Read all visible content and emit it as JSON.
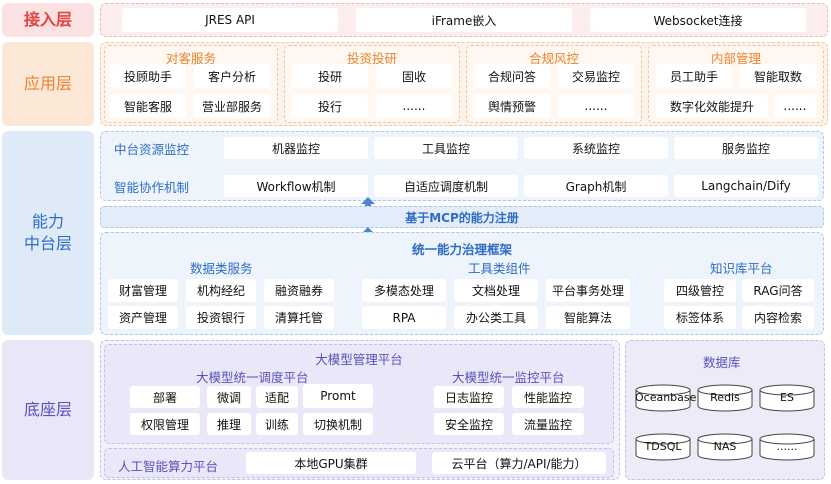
{
  "layers": {
    "access": "接入层",
    "application": "应用层",
    "capability": "能力\n中台层",
    "base": "底座层"
  },
  "access": [
    "JRES API",
    "iFrame嵌入",
    "Websocket连接"
  ],
  "application": {
    "groups": [
      {
        "title": "对客服务",
        "items": [
          "投顾助手",
          "客户分析",
          "智能客服",
          "营业部服务"
        ]
      },
      {
        "title": "投资投研",
        "items": [
          "投研",
          "固收",
          "投行",
          "......"
        ]
      },
      {
        "title": "合规风控",
        "items": [
          "合规问答",
          "交易监控",
          "舆情预警",
          "......"
        ]
      },
      {
        "title": "内部管理",
        "items": [
          "员工助手",
          "智能取数",
          "数字化效能提升",
          "......"
        ]
      }
    ]
  },
  "capability": {
    "monitor": {
      "title": "中台资源监控",
      "items": [
        "机器监控",
        "工具监控",
        "系统监控",
        "服务监控"
      ]
    },
    "collab": {
      "title": "智能协作机制",
      "items": [
        "Workflow机制",
        "自适应调度机制",
        "Graph机制",
        "Langchain/Dify"
      ]
    },
    "mcp": "基于MCP的能力注册",
    "governance": "统一能力治理框架",
    "data_services": {
      "title": "数据类服务",
      "items": [
        "财富管理",
        "机构经纪",
        "融资融券",
        "资产管理",
        "投资银行",
        "清算托管"
      ]
    },
    "tool_components": {
      "title": "工具类组件",
      "items": [
        "多模态处理",
        "文档处理",
        "平台事务处理",
        "RPA",
        "办公类工具",
        "智能算法"
      ]
    },
    "knowledge": {
      "title": "知识库平台",
      "items": [
        "四级管控",
        "RAG问答",
        "标签体系",
        "内容检索"
      ]
    }
  },
  "base": {
    "model_platform": "大模型管理平台",
    "scheduling": {
      "title": "大模型统一调度平台",
      "items": [
        "部署",
        "微调",
        "适配",
        "Promt",
        "权限管理",
        "推理",
        "训练",
        "切换机制"
      ]
    },
    "monitoring": {
      "title": "大模型统一监控平台",
      "items": [
        "日志监控",
        "性能监控",
        "安全监控",
        "流量监控"
      ]
    },
    "compute": {
      "title": "人工智能算力平台",
      "items": [
        "本地GPU集群",
        "云平台（算力/API/能力）"
      ]
    },
    "database": {
      "title": "数据库",
      "items": [
        "Oceanbase",
        "Redis",
        "ES",
        "TDSQL",
        "NAS",
        "......"
      ]
    }
  },
  "colors": {
    "access": "#e0453f",
    "application": "#e8852f",
    "capability": "#2f6cc4",
    "base": "#5a52b8"
  }
}
